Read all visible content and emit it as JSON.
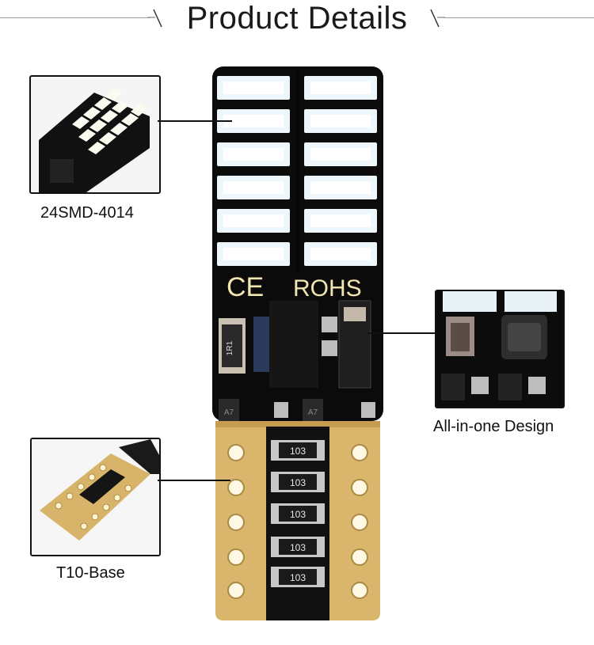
{
  "header": {
    "title": "Product Details"
  },
  "callouts": [
    {
      "label": "24SMD-4014"
    },
    {
      "label": "All-in-one Design"
    },
    {
      "label": "T10-Base"
    }
  ],
  "board": {
    "marks": {
      "ce": "CE",
      "rohs": "ROHS",
      "resistor_top": "1R1",
      "code_a7": "A7"
    },
    "resistor_codes": [
      "103",
      "103",
      "103",
      "103",
      "103"
    ]
  },
  "colors": {
    "led": "#f4fbff",
    "pcb": "#0c0c0c",
    "gold": "#d8b46a",
    "accent": "#111111"
  }
}
